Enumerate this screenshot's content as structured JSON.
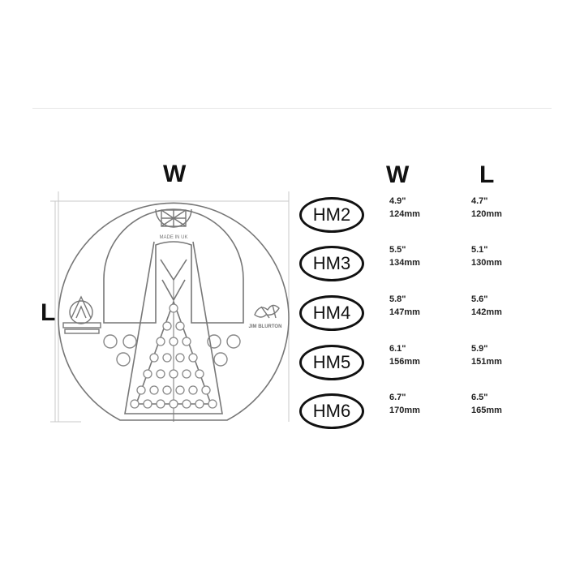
{
  "labels": {
    "width": "W",
    "length": "L"
  },
  "table_headers": {
    "width": "W",
    "length": "L"
  },
  "device": {
    "stamp": "MADE IN UK",
    "brand": "JIM BLURTON",
    "logo_text": ""
  },
  "sizes": [
    {
      "model": "HM2",
      "width_in": "4.9\"",
      "width_mm": "124mm",
      "length_in": "4.7\"",
      "length_mm": "120mm"
    },
    {
      "model": "HM3",
      "width_in": "5.5\"",
      "width_mm": "134mm",
      "length_in": "5.1\"",
      "length_mm": "130mm"
    },
    {
      "model": "HM4",
      "width_in": "5.8\"",
      "width_mm": "147mm",
      "length_in": "5.6\"",
      "length_mm": "142mm"
    },
    {
      "model": "HM5",
      "width_in": "6.1\"",
      "width_mm": "156mm",
      "length_in": "5.9\"",
      "length_mm": "151mm"
    },
    {
      "model": "HM6",
      "width_in": "6.7\"",
      "width_mm": "170mm",
      "length_in": "6.5\"",
      "length_mm": "165mm"
    }
  ]
}
